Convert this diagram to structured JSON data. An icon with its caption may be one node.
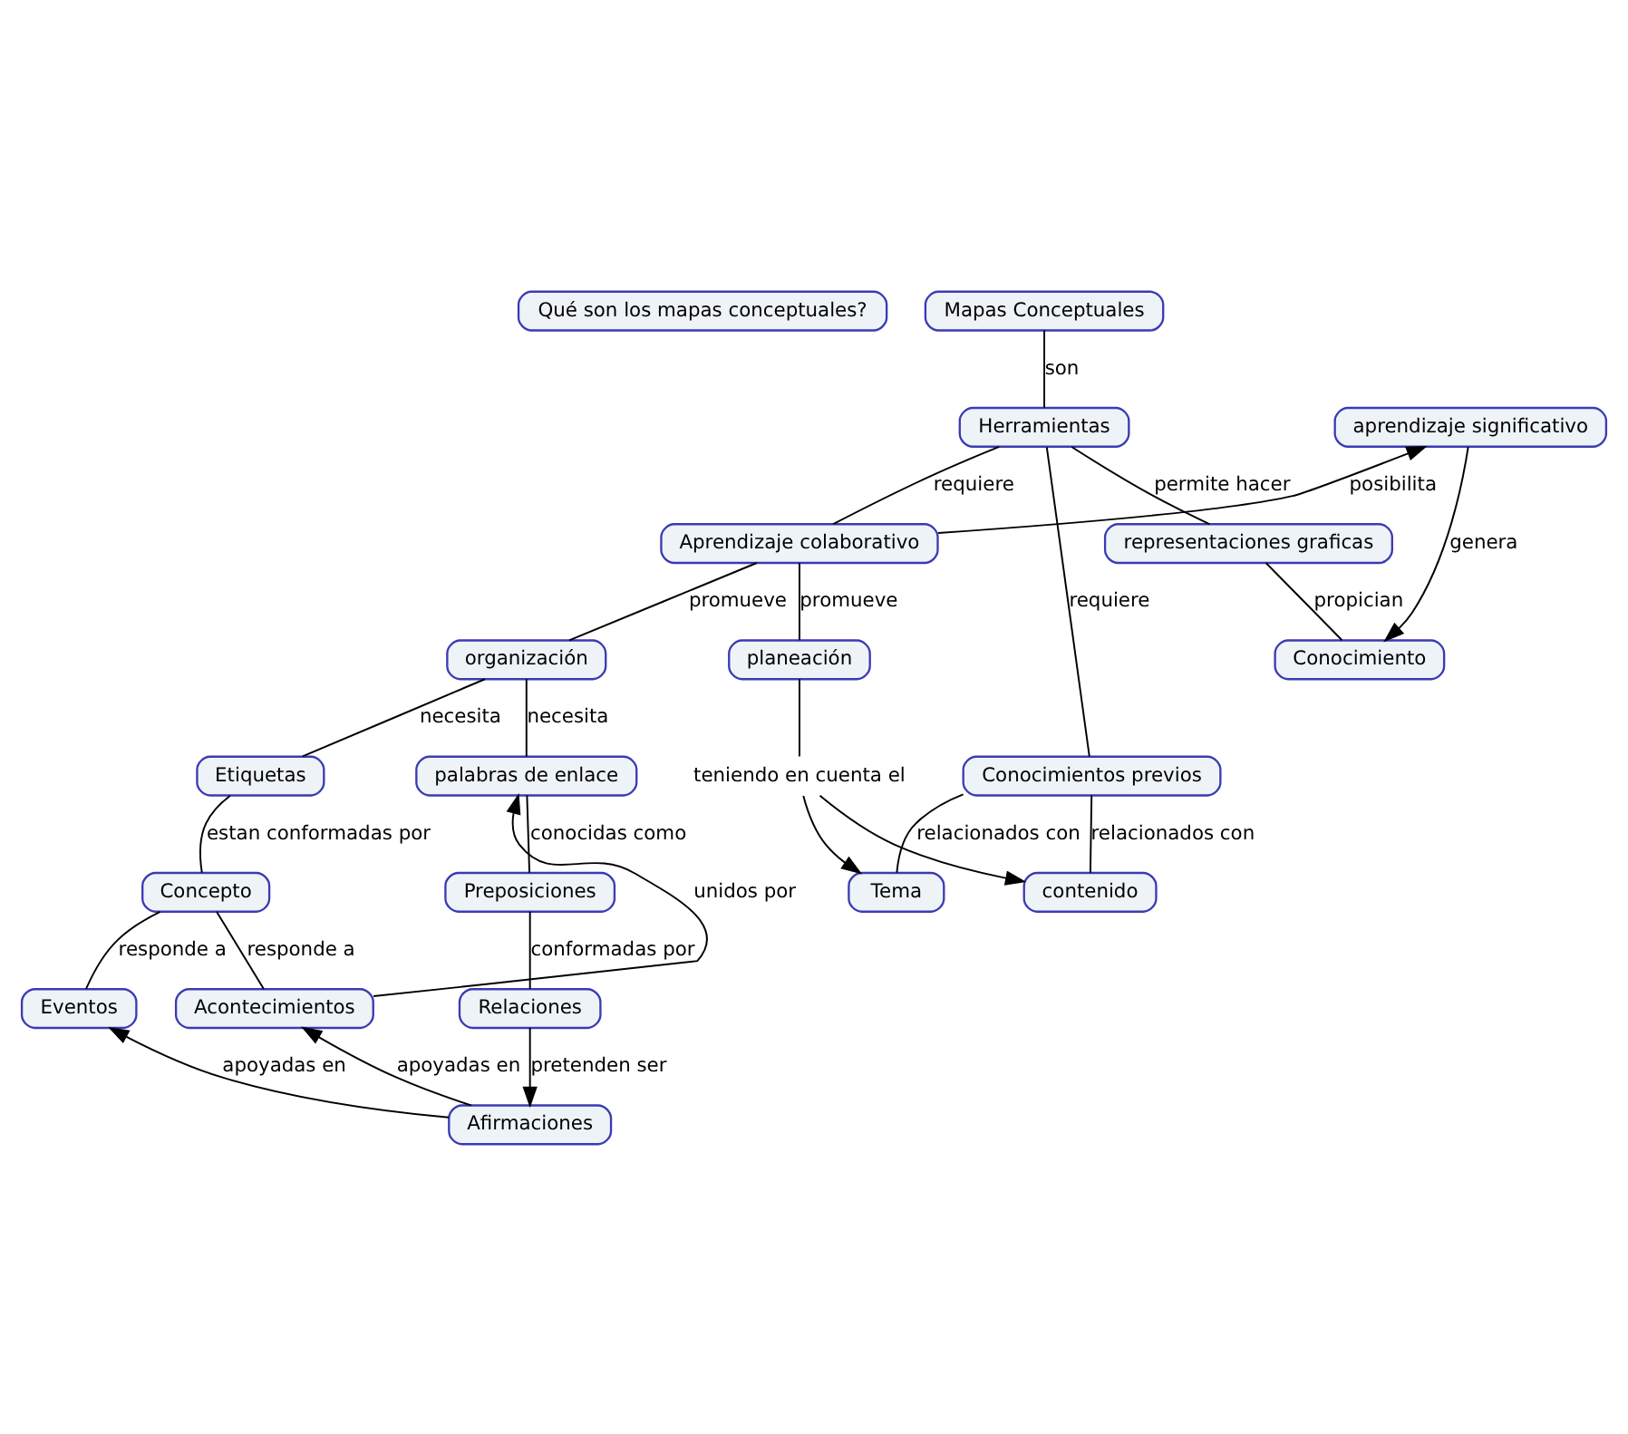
{
  "diagram": {
    "nodes": [
      {
        "text": [
          "Qué son los mapas conceptuales?"
        ]
      },
      {
        "text": [
          "Mapas Conceptuales"
        ]
      },
      {
        "text": [
          "Herramientas"
        ]
      },
      {
        "text": [
          "aprendizaje significativo"
        ]
      },
      {
        "text": [
          "representaciones graficas"
        ]
      },
      {
        "text": [
          "Aprendizaje colaborativo"
        ]
      },
      {
        "text": [
          "Conocimientos previos"
        ]
      },
      {
        "text": [
          "organización"
        ]
      },
      {
        "text": [
          "planeación"
        ]
      },
      {
        "text": [
          "Tema"
        ]
      },
      {
        "text": [
          "Etiquetas"
        ]
      },
      {
        "text": [
          "Conocimiento"
        ]
      },
      {
        "text": [
          "teniendo en cuenta el"
        ]
      },
      {
        "text": [
          "palabras de enlace"
        ]
      },
      {
        "text": [
          "contenido"
        ]
      },
      {
        "text": [
          "Concepto"
        ]
      },
      {
        "text": [
          "Preposiciones"
        ]
      },
      {
        "text": [
          "Eventos"
        ]
      },
      {
        "text": [
          "Acontecimientos"
        ]
      },
      {
        "text": [
          "Relaciones"
        ]
      },
      {
        "text": [
          "Afirmaciones"
        ]
      }
    ],
    "edges": [
      {
        "from": 1,
        "to": 2,
        "arrow": "none",
        "label": "son"
      },
      {
        "from": 2,
        "to": 5,
        "arrow": "none",
        "label": "requiere"
      },
      {
        "from": 2,
        "to": 6,
        "arrow": "none",
        "label": "requiere"
      },
      {
        "from": 2,
        "to": 4,
        "arrow": "none",
        "label": "permite hacer"
      },
      {
        "from": 4,
        "to": 11,
        "arrow": "none",
        "label": "propician"
      },
      {
        "from": 6,
        "to": 9,
        "arrow": "none",
        "label": "relacionados con"
      },
      {
        "from": 6,
        "to": 14,
        "arrow": "none",
        "label": "relacionados con"
      },
      {
        "from": 5,
        "to": 3,
        "arrow": "to",
        "label": "posibilita"
      },
      {
        "from": 3,
        "to": 11,
        "arrow": "to",
        "label": "genera"
      },
      {
        "from": 5,
        "to": 7,
        "arrow": "none",
        "label": "promueve"
      },
      {
        "from": 5,
        "to": 8,
        "arrow": "none",
        "label": "promueve"
      },
      {
        "from": 8,
        "to": 12,
        "arrow": "none"
      },
      {
        "from": 12,
        "to": 9,
        "arrow": "to"
      },
      {
        "from": 12,
        "to": 14,
        "arrow": "to"
      },
      {
        "from": 7,
        "to": 10,
        "arrow": "none",
        "label": "necesita"
      },
      {
        "from": 7,
        "to": 13,
        "arrow": "none",
        "label": "necesita"
      },
      {
        "from": 10,
        "to": 15,
        "arrow": "none",
        "label": "estan conformadas por"
      },
      {
        "from": 15,
        "to": 17,
        "arrow": "none",
        "label": "responde a"
      },
      {
        "from": 15,
        "to": 18,
        "arrow": "none",
        "label": "responde a"
      },
      {
        "from": 18,
        "to": 13,
        "arrow": "to",
        "label": "unidos por"
      },
      {
        "from": 13,
        "to": 16,
        "arrow": "none",
        "label": "conocidas como"
      },
      {
        "from": 16,
        "to": 19,
        "arrow": "none",
        "label": "conformadas por"
      },
      {
        "from": 19,
        "to": 20,
        "arrow": "to",
        "label": "pretenden ser"
      },
      {
        "from": 20,
        "to": 17,
        "arrow": "to",
        "label": "apoyadas en"
      },
      {
        "from": 20,
        "to": 18,
        "arrow": "to",
        "label": "apoyadas en"
      }
    ]
  }
}
